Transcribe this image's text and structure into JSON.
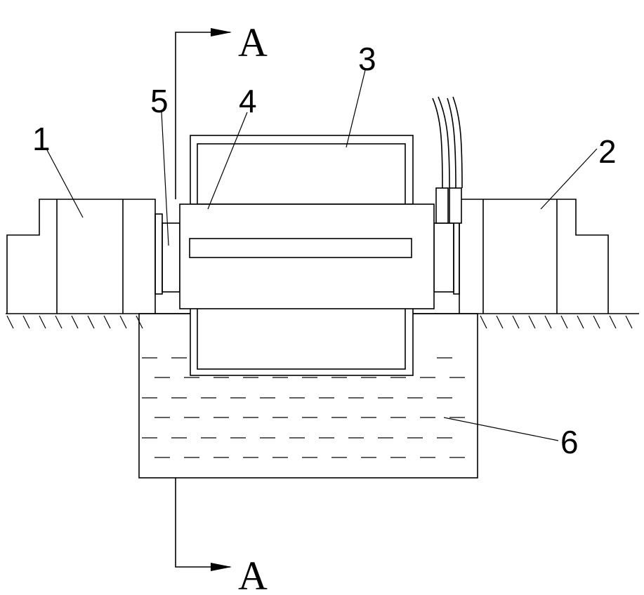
{
  "section_marks": {
    "top": "A",
    "bottom": "A"
  },
  "part_labels": {
    "p1": "1",
    "p2": "2",
    "p3": "3",
    "p4": "4",
    "p5": "5",
    "p6": "6"
  },
  "colors": {
    "stroke": "#000000",
    "background": "#ffffff"
  }
}
